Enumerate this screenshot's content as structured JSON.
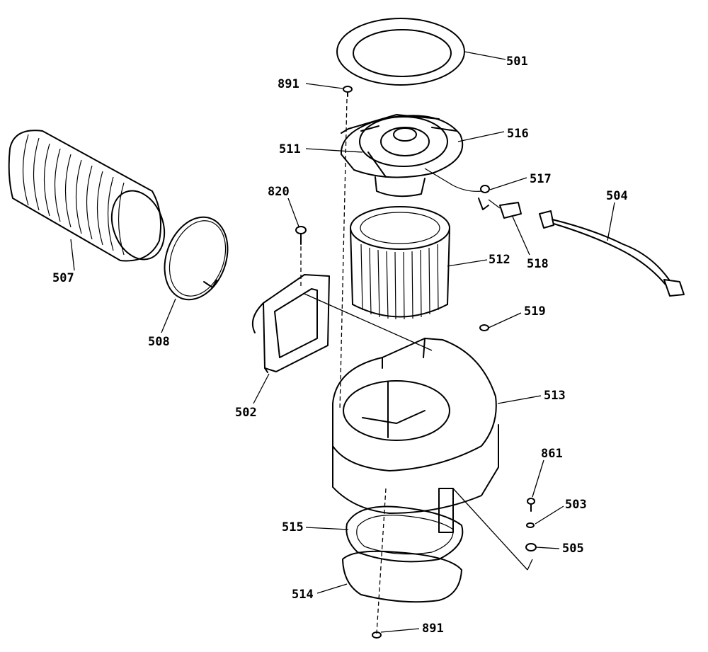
{
  "callouts": {
    "c501": "501",
    "c891_top": "891",
    "c516": "516",
    "c511": "511",
    "c517": "517",
    "c504": "504",
    "c820": "820",
    "c518": "518",
    "c512": "512",
    "c507": "507",
    "c519": "519",
    "c508": "508",
    "c513": "513",
    "c502": "502",
    "c861": "861",
    "c503": "503",
    "c515": "515",
    "c505": "505",
    "c514": "514",
    "c891_bottom": "891"
  }
}
